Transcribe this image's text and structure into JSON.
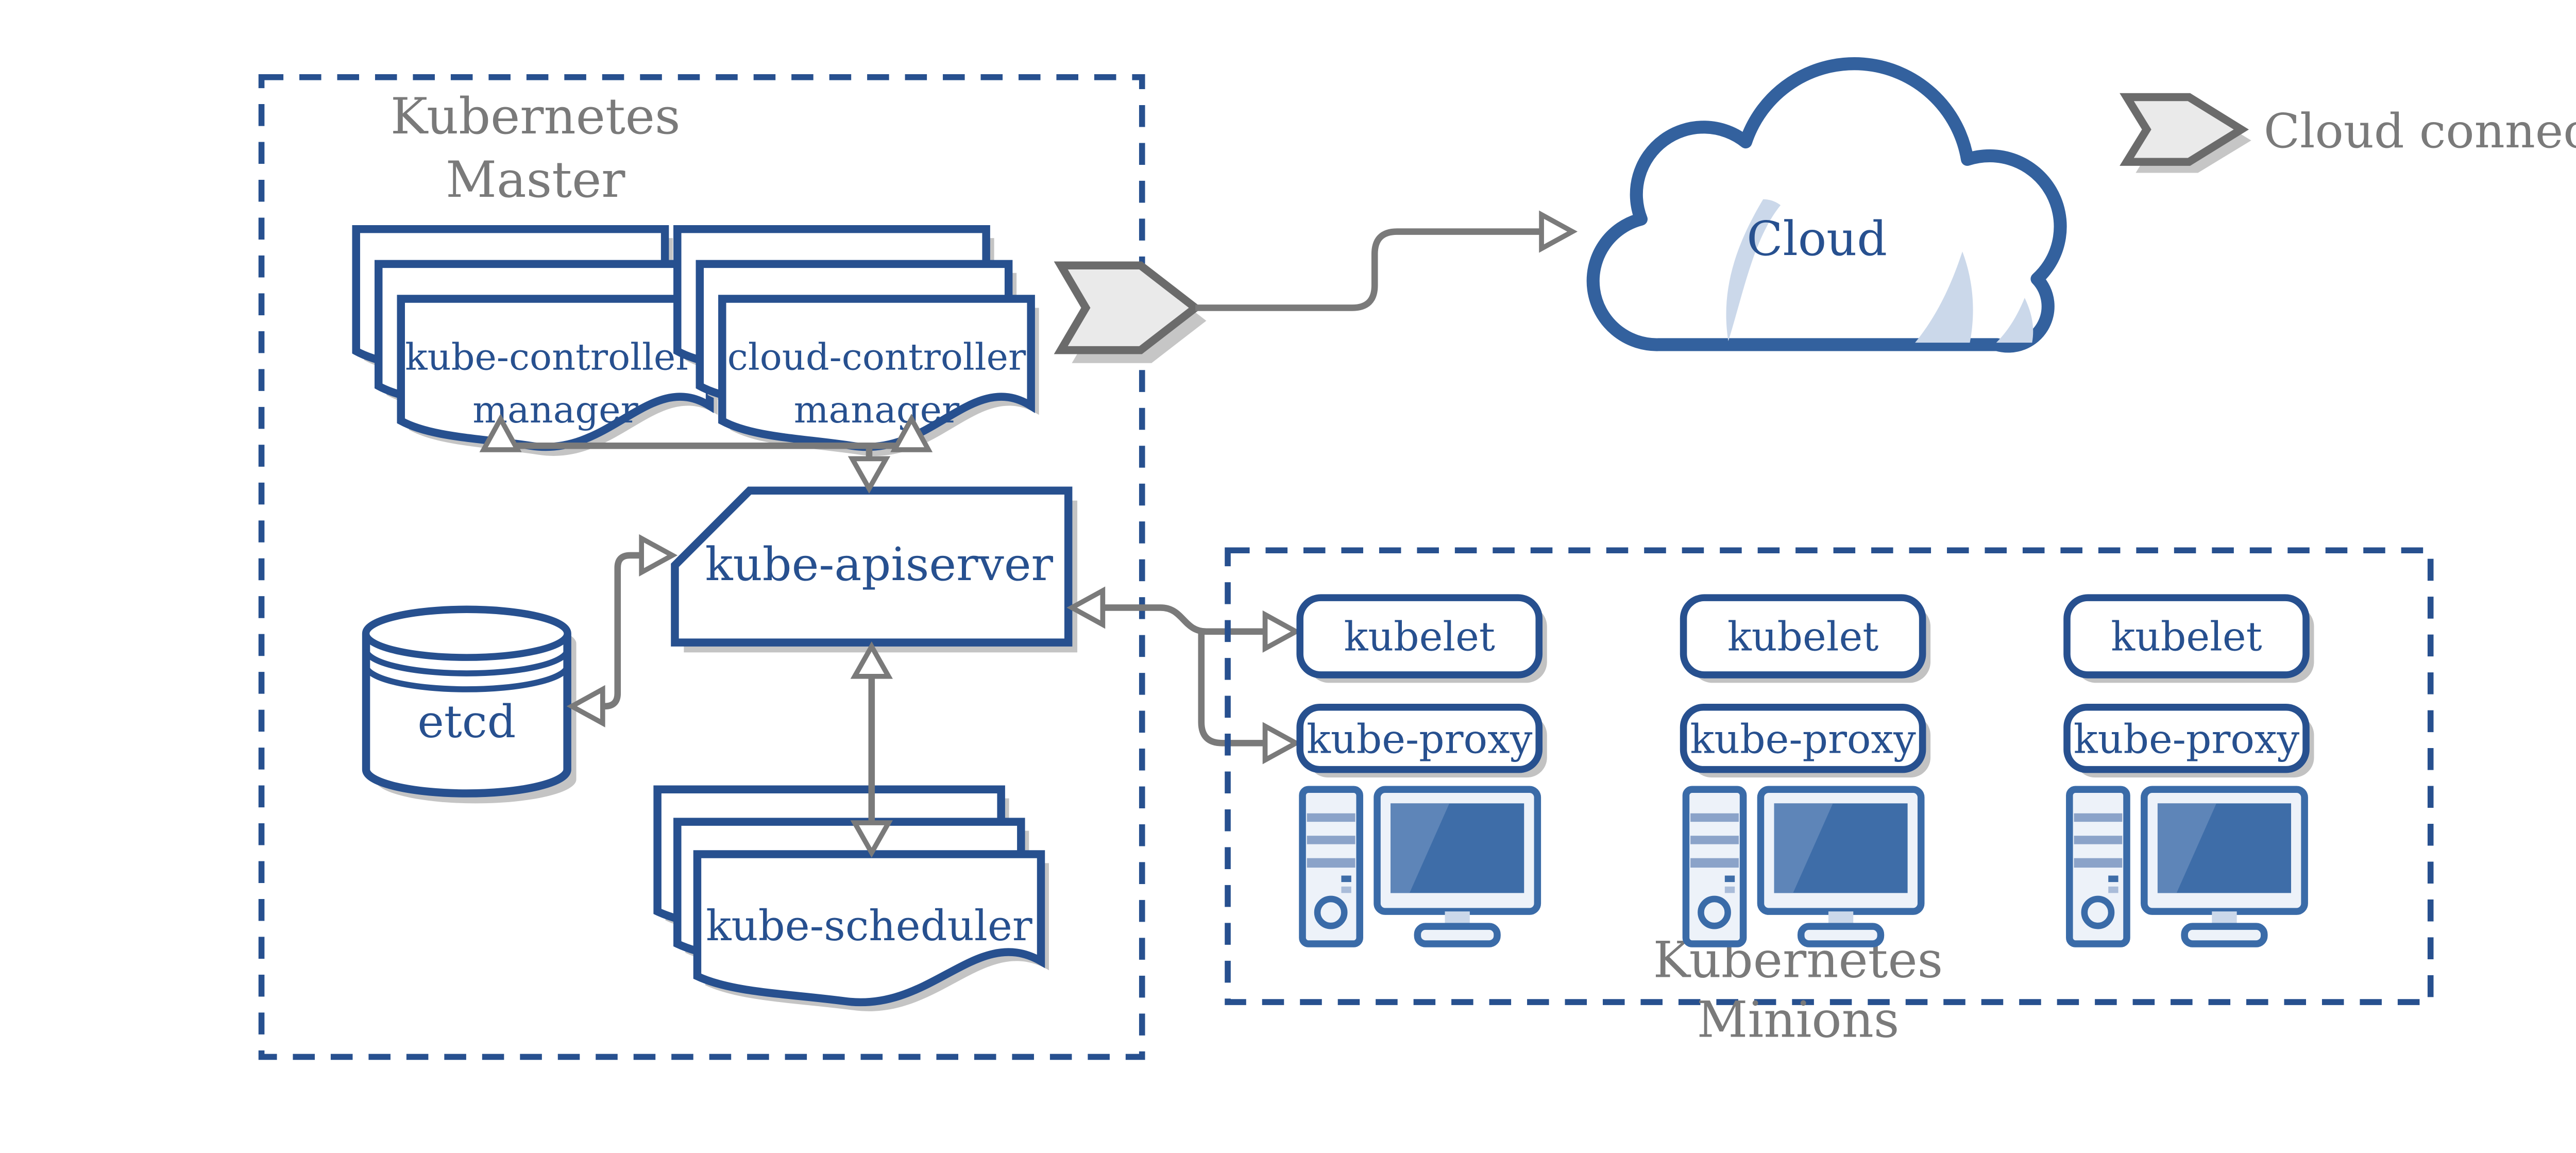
{
  "master": {
    "title_line1": "Kubernetes",
    "title_line2": "Master",
    "kube_controller_manager_line1": "kube-controller-",
    "kube_controller_manager_line2": "manager",
    "cloud_controller_manager_line1": "cloud-controller",
    "cloud_controller_manager_line2": "manager",
    "kube_apiserver": "kube-apiserver",
    "etcd": "etcd",
    "kube_scheduler": "kube-scheduler"
  },
  "cloud": {
    "label": "Cloud"
  },
  "legend": {
    "label": "Cloud connector"
  },
  "minions": {
    "title_line1": "Kubernetes",
    "title_line2": "Minions",
    "nodes": [
      {
        "kubelet": "kubelet",
        "kube_proxy": "kube-proxy"
      },
      {
        "kubelet": "kubelet",
        "kube_proxy": "kube-proxy"
      },
      {
        "kubelet": "kubelet",
        "kube_proxy": "kube-proxy"
      }
    ]
  },
  "colors": {
    "diagram_blue": "#27508f",
    "cloud_blue": "#33619e",
    "icon_blue": "#3a6ba8",
    "screen_blue": "#3e6da8",
    "highlight_blue": "#cbd8ea",
    "connector_gray": "#7a7a7a",
    "label_gray": "#7a7a7a",
    "shadow_gray": "#c4c4c4",
    "chevron_fill": "#eaeaea"
  }
}
